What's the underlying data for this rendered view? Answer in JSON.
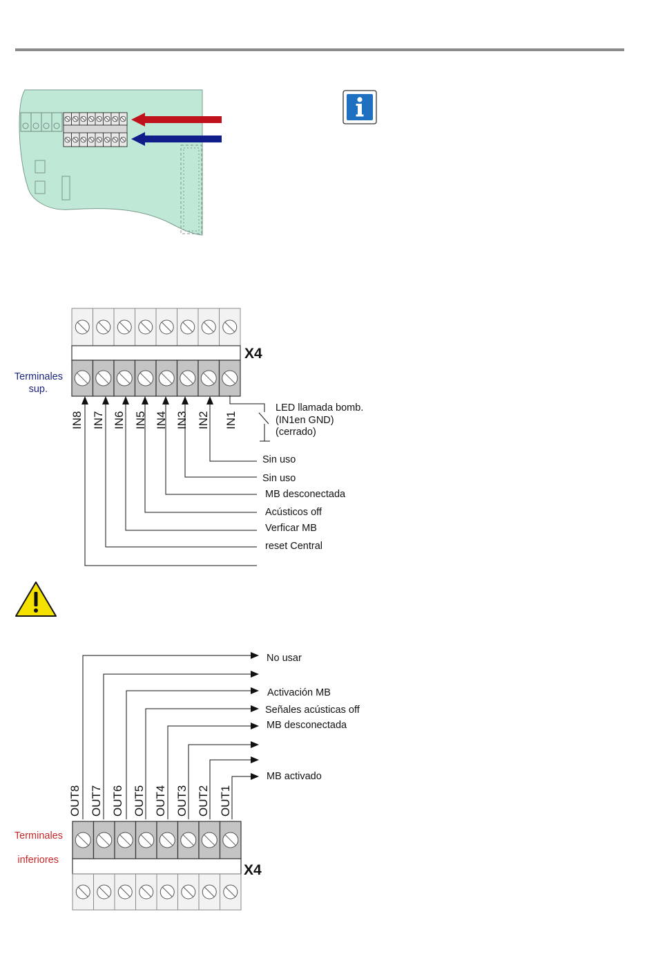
{
  "colors": {
    "rule": "#8a8a8a",
    "board": "#bfe8d6",
    "arrow_upper": "#c0121c",
    "arrow_lower": "#101e8c",
    "info_blue": "#1e6fc0",
    "warning_yellow": "#f5e100",
    "terminal_gray": "#c4c4c4",
    "terminal_light": "#f2f2f2",
    "label_blue": "#1a237e",
    "label_red": "#c62828"
  },
  "icons": {
    "info": "info-icon",
    "warning": "warning-icon"
  },
  "upper_block": {
    "connector": "X4",
    "side_label": [
      "Terminales",
      "sup."
    ],
    "pins": [
      "IN8",
      "IN7",
      "IN6",
      "IN5",
      "IN4",
      "IN3",
      "IN2",
      "IN1"
    ],
    "led_label": [
      "LED llamada bomb.",
      "(IN1en GND)",
      "(cerrado)"
    ],
    "input_labels": [
      "Sin uso",
      "Sin uso",
      "MB desconectada",
      "Acústicos off",
      "Verficar MB",
      "reset Central",
      ""
    ]
  },
  "lower_block": {
    "connector": "X4",
    "side_label": [
      "Terminales",
      "inferiores"
    ],
    "pins": [
      "OUT8",
      "OUT7",
      "OUT6",
      "OUT5",
      "OUT4",
      "OUT3",
      "OUT2",
      "OUT1"
    ],
    "output_labels": [
      "No usar",
      "",
      "Activación MB",
      "Señales acústicas off",
      "MB desconectada",
      "",
      "",
      "MB activado"
    ]
  }
}
